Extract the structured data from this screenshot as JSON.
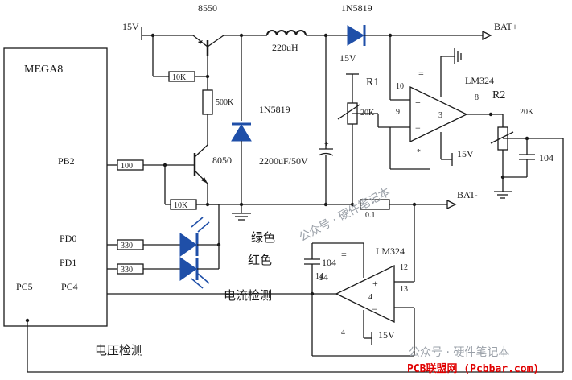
{
  "mcu": {
    "name": "MEGA8",
    "pins": {
      "pb2": "PB2",
      "pd0": "PD0",
      "pd1": "PD1",
      "pc4": "PC4",
      "pc5": "PC5"
    }
  },
  "supply": {
    "v15_top": "15V",
    "v15_opamp1": "15V",
    "v15_opamp2": "15V"
  },
  "components": {
    "q_pnp": "8550",
    "q_npn": "8050",
    "r_10k_top": "10K",
    "r_10k_bottom": "10K",
    "r_500k": "500K",
    "r_100": "100",
    "r_330_a": "330",
    "r_330_b": "330",
    "inductor": "220uH",
    "diode_out": "1N5819",
    "diode_flyback": "1N5819",
    "capacitor_bulk": "2200uF/50V",
    "r1_name": "R1",
    "r1_value": "20K",
    "r2_name": "R2",
    "r2_value": "20K",
    "cap_104_a": "104",
    "cap_104_b": "104",
    "shunt": "0.1"
  },
  "opamp1": {
    "name": "LM324",
    "pin_plus": "10",
    "pin_minus": "9",
    "pin_out": "8",
    "pin_3": "3",
    "sym_plus": "+",
    "sym_minus": "−",
    "sym_eq": "="
  },
  "opamp2": {
    "name": "LM324",
    "pin_a": "12",
    "pin_b": "13",
    "pin_out": "14",
    "pin_gnd": "4",
    "pin_inner": "4",
    "sym_plus": "+",
    "sym_minus": "−",
    "sym_eq": "="
  },
  "nets": {
    "bat_plus": "BAT+",
    "bat_minus": "BAT-"
  },
  "annotations": {
    "green": "绿色",
    "red": "红色",
    "current_detect": "电流检测",
    "voltage_detect": "电压检测"
  },
  "watermarks": {
    "mid": "公众号 · 硬件笔记本",
    "bottom": "公众号 · 硬件笔记本",
    "site": "PCB联盟网 (Pcbbar.com)"
  },
  "colors": {
    "diode_blue": "#1f4fa8",
    "site_red": "#e00000"
  }
}
